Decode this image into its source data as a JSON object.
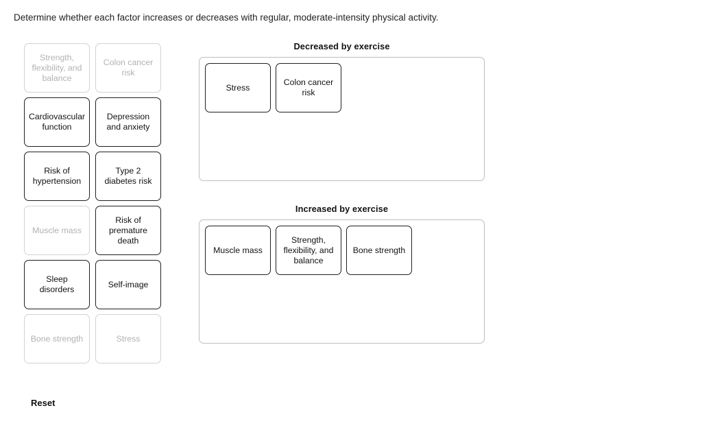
{
  "prompt": "Determine whether each factor increases or decreases with regular, moderate-intensity physical activity.",
  "tile_bank": {
    "name": "factor-tile-bank",
    "tiles": [
      {
        "label": "Strength, flexibility, and balance",
        "state": "placed"
      },
      {
        "label": "Colon cancer risk",
        "state": "placed"
      },
      {
        "label": "Cardiovascular function",
        "state": "available"
      },
      {
        "label": "Depression and anxiety",
        "state": "available"
      },
      {
        "label": "Risk of hypertension",
        "state": "available"
      },
      {
        "label": "Type 2 diabetes risk",
        "state": "available"
      },
      {
        "label": "Muscle mass",
        "state": "placed"
      },
      {
        "label": "Risk of premature death",
        "state": "available"
      },
      {
        "label": "Sleep disorders",
        "state": "available"
      },
      {
        "label": "Self-image",
        "state": "available"
      },
      {
        "label": "Bone strength",
        "state": "placed"
      },
      {
        "label": "Stress",
        "state": "placed"
      }
    ]
  },
  "zones": [
    {
      "id": "decreased",
      "title": "Decreased by exercise",
      "tiles": [
        {
          "label": "Stress"
        },
        {
          "label": "Colon cancer risk"
        }
      ]
    },
    {
      "id": "increased",
      "title": "Increased by exercise",
      "tiles": [
        {
          "label": "Muscle mass"
        },
        {
          "label": "Strength, flexibility, and balance"
        },
        {
          "label": "Bone strength"
        }
      ]
    }
  ],
  "reset": {
    "label": "Reset"
  },
  "colors": {
    "page_background": "#ffffff",
    "tile_border_active": "#1f1f1f",
    "tile_border_disabled": "#d2d2d2",
    "tile_text_disabled": "#b2b2b2",
    "dropzone_border": "#bdbdbd",
    "text": "#111111"
  }
}
